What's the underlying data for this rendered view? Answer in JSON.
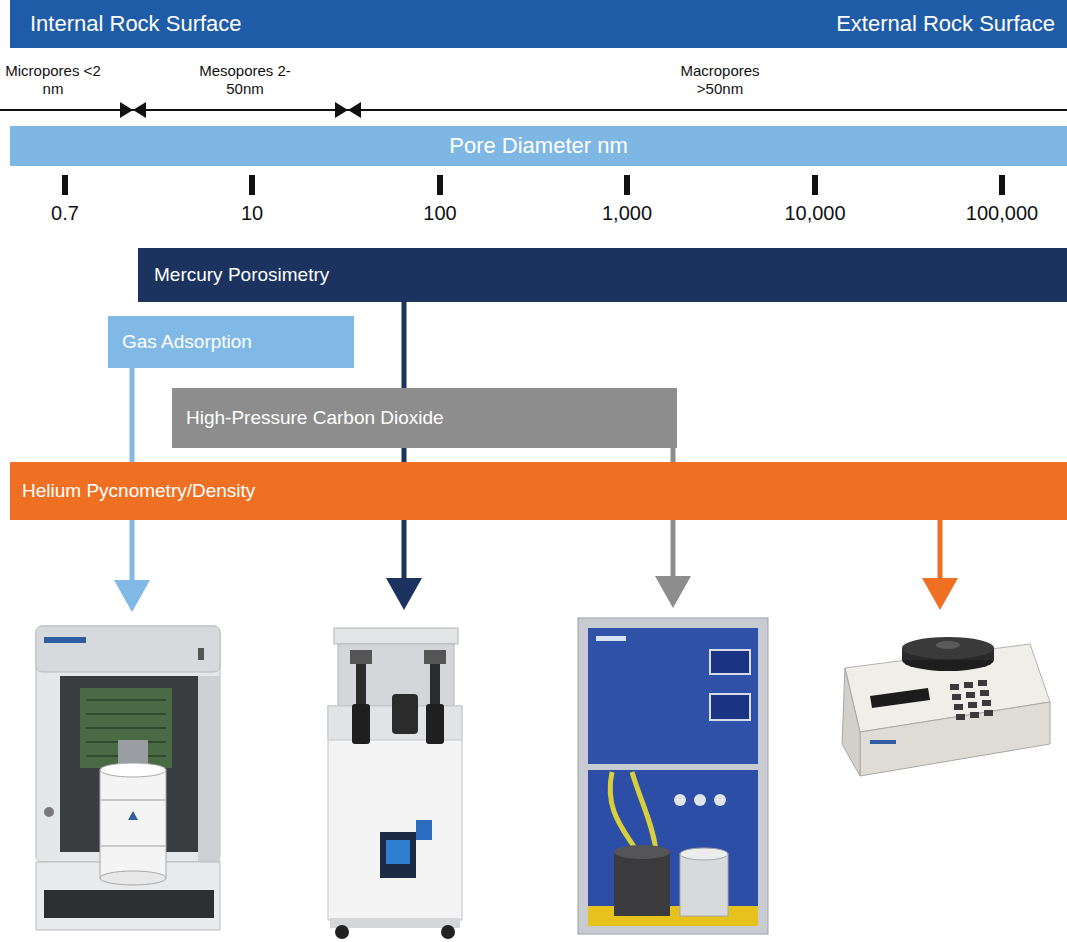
{
  "diagram": {
    "nodes": [
      {
        "text": [
          "Internal Rock Surface",
          "External Rock Surface"
        ]
      },
      {
        "text": [
          "Pore Diameter nm"
        ]
      },
      {
        "text": [
          "Mercury Porosimetry"
        ]
      },
      {
        "text": [
          "Gas Adsorption"
        ]
      },
      {
        "text": [
          "High-Pressure Carbon Dioxide"
        ]
      },
      {
        "text": [
          "Helium Pycnometry/Density"
        ]
      }
    ],
    "labels": [
      "Micropores <2 nm",
      "Mesopores 2-50nm",
      "Macropores >50nm",
      "0.7",
      "10",
      "100",
      "1,000",
      "10,000",
      "100,000"
    ]
  }
}
